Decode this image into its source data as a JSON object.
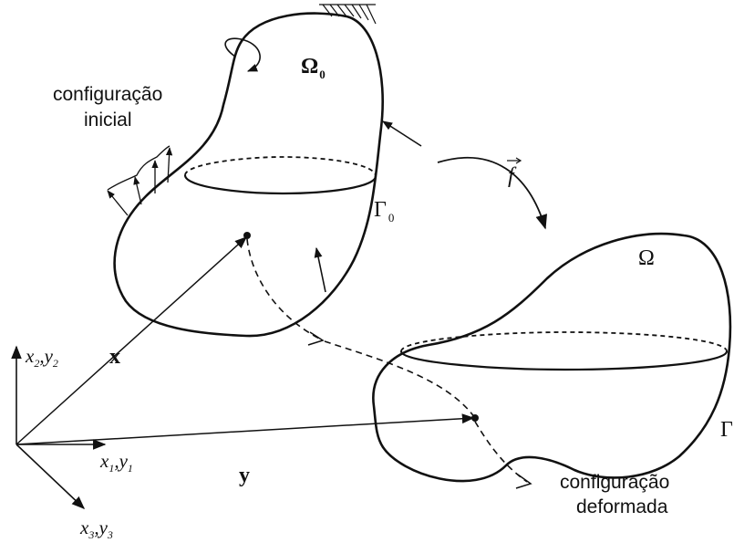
{
  "diagram": {
    "initial_label_line1": "configuração",
    "initial_label_line2": "inicial",
    "deformed_label_line1": "configuração",
    "deformed_label_line2": "deformada",
    "omega0": "Ω",
    "omega0_sub": "0",
    "gamma0": "Γ",
    "gamma0_sub": "0",
    "omega": "Ω",
    "gamma": "Γ",
    "force": "f",
    "vec_x": "x",
    "vec_y": "y",
    "axis1_a": "x",
    "axis1_a_sub": "1",
    "axis1_sep": ",",
    "axis1_b": "y",
    "axis1_b_sub": "1",
    "axis2_a": "x",
    "axis2_a_sub": "2",
    "axis2_sep": ",",
    "axis2_b": "y",
    "axis2_b_sub": "2",
    "axis3_a": "x",
    "axis3_a_sub": "3",
    "axis3_sep": ",",
    "axis3_b": "y",
    "axis3_b_sub": "3"
  },
  "colors": {
    "ink": "#111111",
    "background": "#ffffff"
  }
}
